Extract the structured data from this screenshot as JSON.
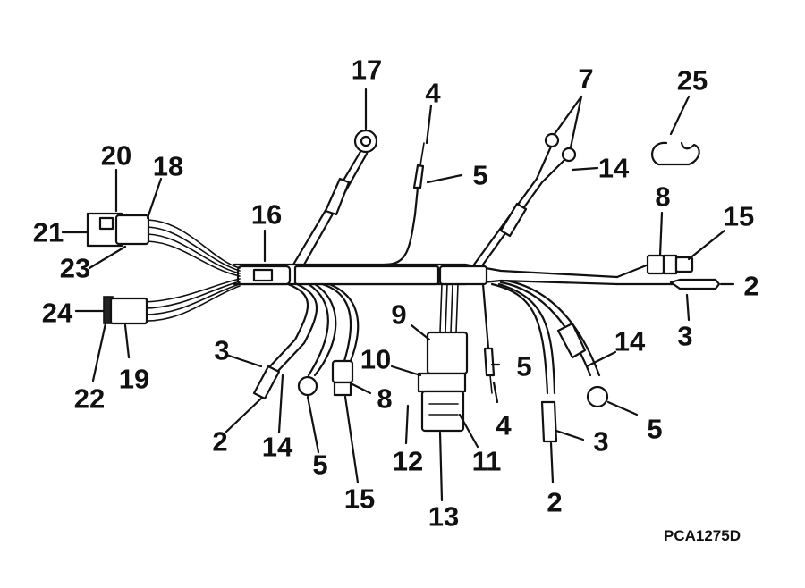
{
  "callouts": {
    "c17": "17",
    "c4_top": "4",
    "c5_top": "5",
    "c7": "7",
    "c14_top": "14",
    "c25": "25",
    "c20": "20",
    "c18": "18",
    "c21": "21",
    "c23": "23",
    "c16": "16",
    "c8_right": "8",
    "c15_right": "15",
    "c2_right": "2",
    "c3_right": "3",
    "c24": "24",
    "c22": "22",
    "c19": "19",
    "c9": "9",
    "c10": "10",
    "c5_mid": "5",
    "c4_mid": "4",
    "c14_right": "14",
    "c5_right": "5",
    "c3_left": "3",
    "c2_left": "2",
    "c14_left": "14",
    "c5_left": "5",
    "c8_mid": "8",
    "c15_mid": "15",
    "c12": "12",
    "c11": "11",
    "c13": "13",
    "c3_mid": "3",
    "c2_bottom": "2"
  },
  "doc_code": "PCA1275D"
}
